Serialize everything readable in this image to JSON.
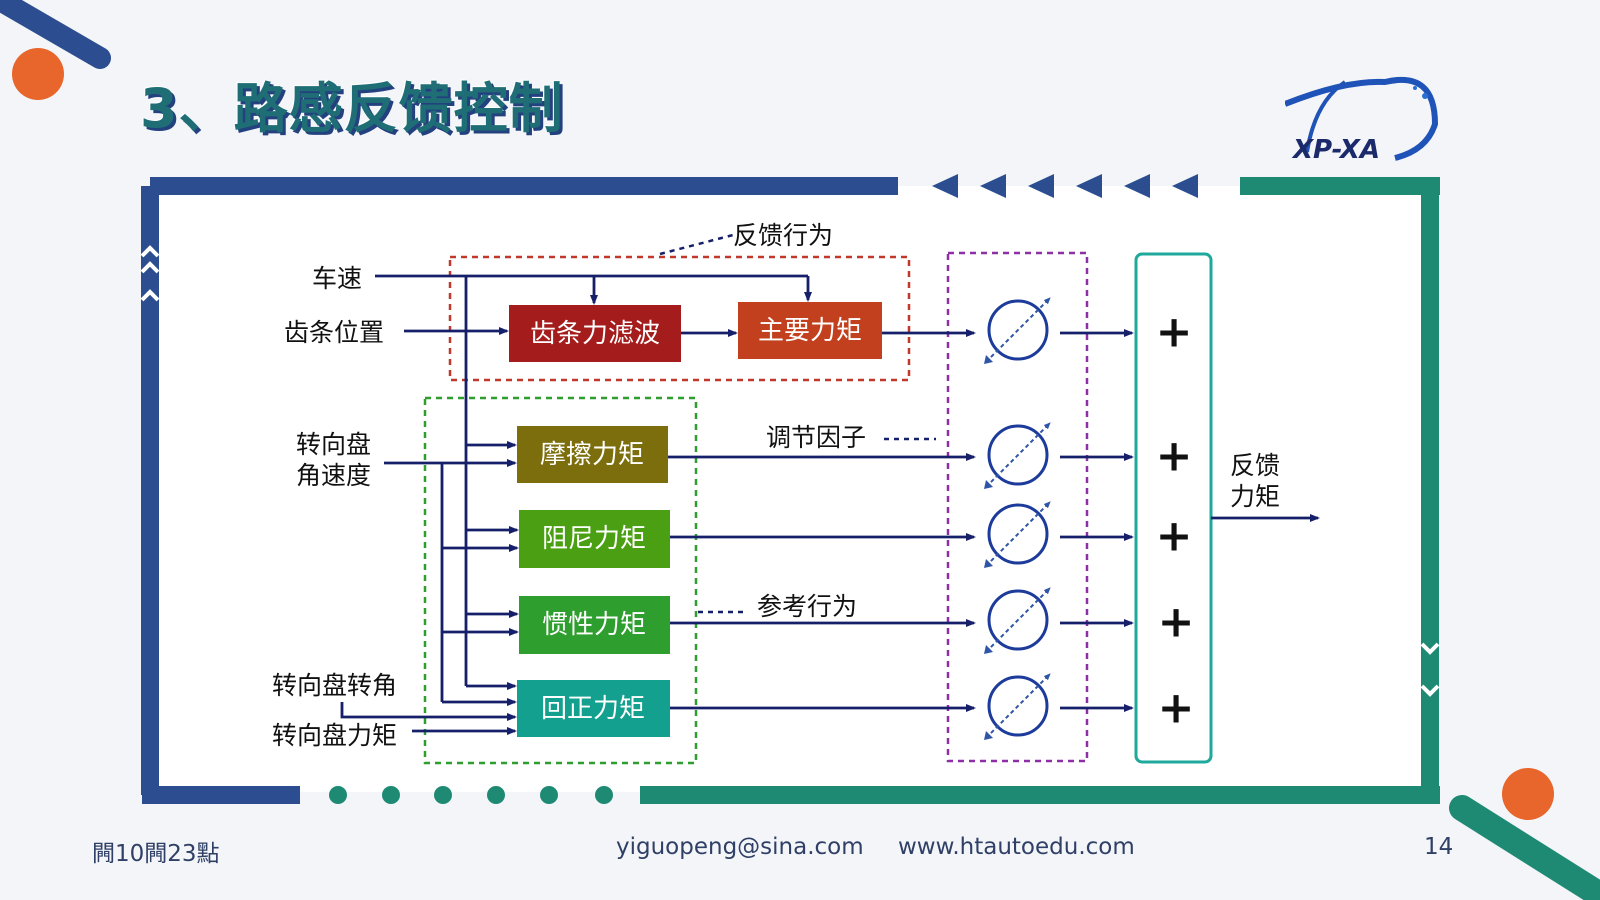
{
  "slide": {
    "title": "3、路感反馈控制",
    "logo_text": "XP-XA",
    "footer_left": "闁10闁23點",
    "footer_email": "yiguopeng@sina.com",
    "footer_url": "www.htautoedu.com",
    "page_number": "14"
  },
  "colors": {
    "frame_blue": "#2c4d8f",
    "frame_teal": "#1f8a74",
    "accent_orange": "#e8662b",
    "arrow_navy": "#16206a"
  },
  "diagram": {
    "inputs": {
      "speed": "车速",
      "rack_position": "齿条位置",
      "steer_rate_1": "转向盘",
      "steer_rate_2": "角速度",
      "steer_angle": "转向盘转角",
      "steer_torque": "转向盘力矩"
    },
    "blocks": {
      "rack_filter": "齿条力滤波",
      "main_torque": "主要力矩",
      "friction": "摩擦力矩",
      "damping": "阻尼力矩",
      "inertia": "惯性力矩",
      "return": "回正力矩"
    },
    "annotations": {
      "feedback_behavior": "反馈行为",
      "adjust_factor": "调节因子",
      "reference_behavior": "参考行为"
    },
    "sum_symbols": [
      "+",
      "+",
      "+",
      "+",
      "+"
    ],
    "output_1": "反馈",
    "output_2": "力矩"
  }
}
